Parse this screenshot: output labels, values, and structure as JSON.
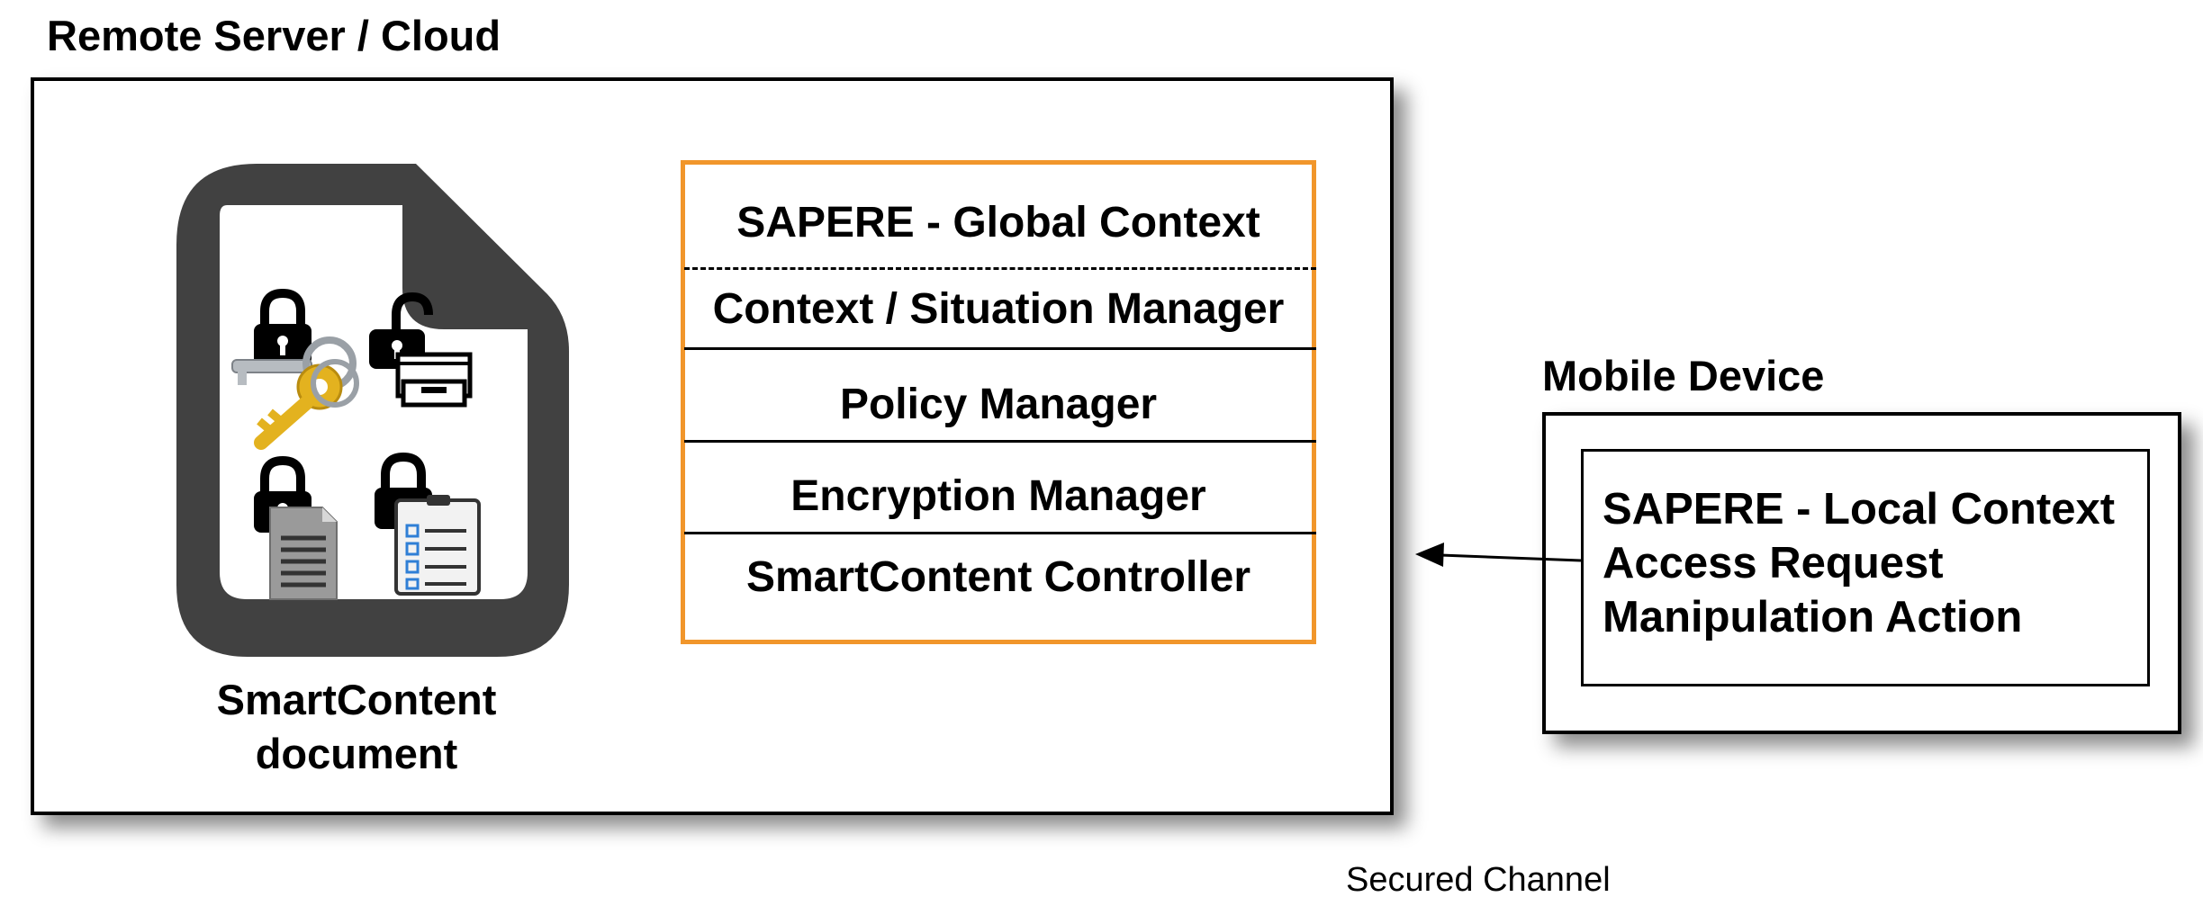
{
  "remote": {
    "title": "Remote Server / Cloud",
    "document_caption": "SmartContent document",
    "stack_layers": [
      "SAPERE - Global Context",
      "Context / Situation Manager",
      "Policy Manager",
      "Encryption Manager",
      "SmartContent Controller"
    ]
  },
  "mobile": {
    "title": "Mobile Device",
    "lines": [
      "SAPERE - Local Context",
      "Access Request",
      "Manipulation Action"
    ]
  },
  "channel_label": "Secured Channel",
  "colors": {
    "stack_border": "#f1962b",
    "document_shape": "#414141",
    "key_gold": "#e3b21f",
    "key_silver": "#b7bcc1",
    "checklist_blue": "#2f7fd6"
  },
  "icons": [
    "document-icon",
    "padlock-icon",
    "keys-icon",
    "inbox-tray-icon",
    "text-file-icon",
    "checklist-icon"
  ]
}
